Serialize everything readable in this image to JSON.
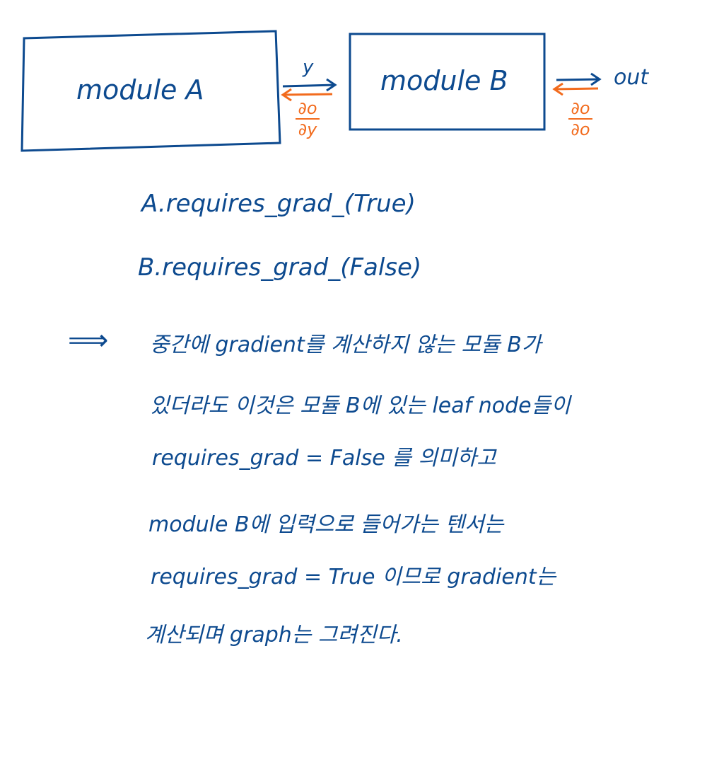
{
  "colors": {
    "ink": "#0d4a8f",
    "gradient": "#f26b1d"
  },
  "diagram": {
    "module_a_label": "module A",
    "module_b_label": "module B",
    "y_label": "y",
    "grad_a": {
      "num": "∂o",
      "den": "∂y"
    },
    "grad_b": {
      "num": "∂o",
      "den": "∂o"
    },
    "out_label": "out"
  },
  "code": {
    "line1": "A.requires_grad_(True)",
    "line2": "B.requires_grad_(False)"
  },
  "notes": {
    "implies_symbol": "⟹",
    "lines": [
      "중간에 gradient를 계산하지 않는 모듈 B가",
      "있더라도 이것은 모듈 B에 있는 leaf node들이",
      "requires_grad = False 를 의미하고",
      "module B에 입력으로 들어가는 텐서는",
      "requires_grad = True 이므로 gradient는",
      "계산되며 graph는 그려진다."
    ]
  }
}
